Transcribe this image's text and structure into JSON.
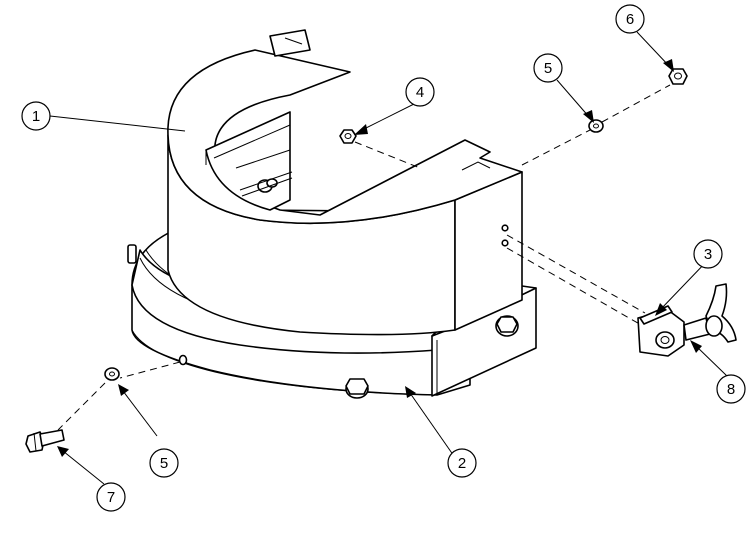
{
  "callouts": {
    "c1": "1",
    "c2": "2",
    "c3": "3",
    "c4": "4",
    "c5a": "5",
    "c5b": "5",
    "c6": "6",
    "c7": "7",
    "c8": "8"
  },
  "parts": {
    "p1": "upper-bracket",
    "p2": "base-ring",
    "p3": "clamp-pin",
    "p4": "hex-nut",
    "p5": "flat-washer",
    "p6": "hex-nut",
    "p7": "hex-bolt",
    "p8": "clamp-knob"
  }
}
